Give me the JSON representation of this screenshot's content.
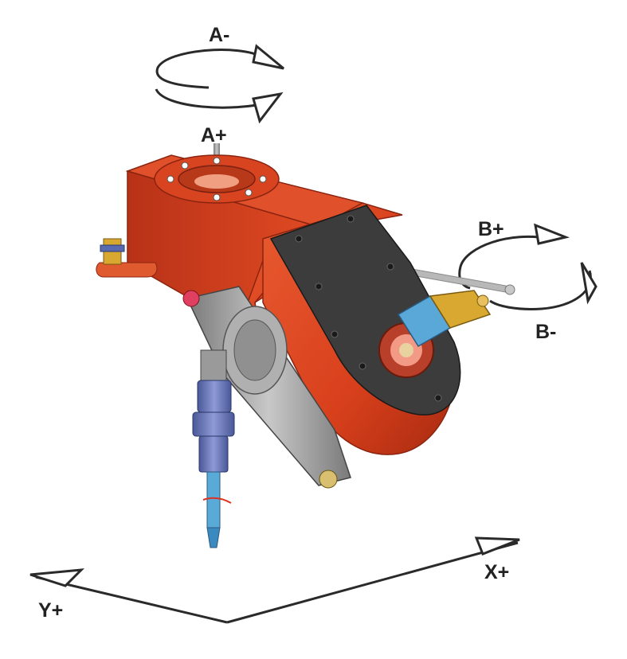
{
  "labels": {
    "a_minus": "A-",
    "a_plus": "A+",
    "b_plus": "B+",
    "b_minus": "B-",
    "x_plus": "X+",
    "y_plus": "Y+"
  },
  "colors": {
    "housing_red": "#d8401c",
    "housing_dark_red": "#a82a10",
    "cover_plate": "#3c3c3c",
    "metal_grey": "#a8a8a8",
    "nozzle_blue": "#6d7cc0",
    "fitting_blue": "#5aa8d8",
    "fitting_gold": "#d8a830",
    "arrow_stroke": "#2a2a2a"
  }
}
